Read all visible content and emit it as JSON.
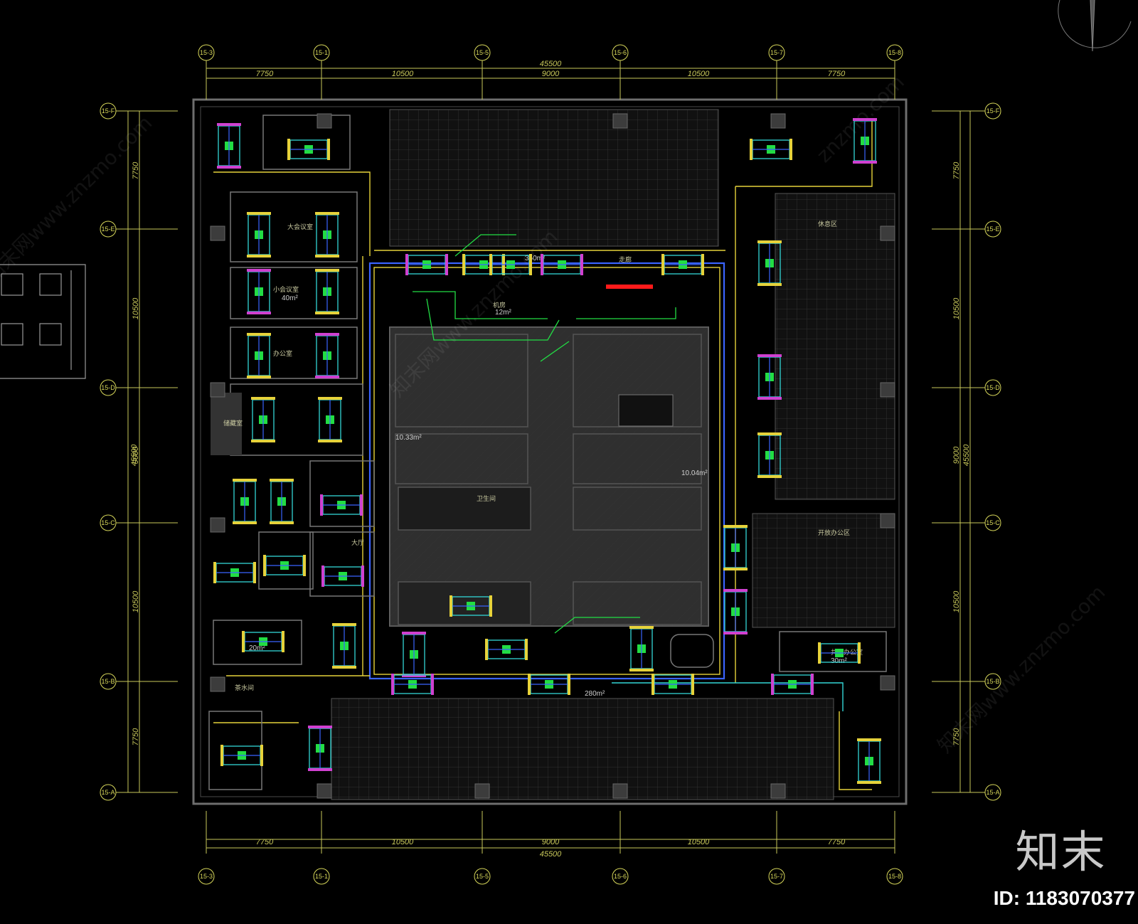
{
  "grid_axes": {
    "top": [
      "15-3",
      "15-1",
      "15-5",
      "15-6",
      "15-7",
      "15-8"
    ],
    "left": [
      "15-F",
      "15-E",
      "15-D",
      "15-C",
      "15-B",
      "15-A"
    ]
  },
  "dimensions": {
    "overall_horizontal": "45500",
    "overall_vertical": "45500",
    "spans_horizontal": [
      "7750",
      "10500",
      "9000",
      "10500",
      "7750"
    ],
    "spans_vertical": [
      "7750",
      "10500",
      "9000",
      "10500",
      "7750"
    ]
  },
  "rooms": {
    "meeting_large": "大会议室",
    "meeting_small": "小会议室",
    "office": "办公室",
    "corridor": "走廊",
    "hall": "大厅",
    "server": "机房",
    "shared_office": "共享办公室",
    "open_office": "开放办公区",
    "lounge": "休息区",
    "restroom": "卫生间",
    "pantry": "茶水间",
    "storage": "储藏室"
  },
  "areas": {
    "core_left": "10.33m²",
    "core_right": "10.04m²",
    "top_small": "12m²",
    "top_mid": "350m²",
    "bottom_mid": "280m²",
    "left_a": "40m²",
    "left_b": "20m²",
    "right_a": "30m²"
  },
  "watermark": {
    "text": "知末网www.znzmo.com",
    "short": "znzmo.com",
    "brand": "知末",
    "id_label": "ID: 1183070377"
  },
  "colors": {
    "background": "#000000",
    "wall": "#8a8a8a",
    "dimension": "#c8c85a",
    "duct_yellow": "#e6d23a",
    "duct_blue": "#3a64ff",
    "duct_green": "#22dd44",
    "duct_cyan": "#33d6d6",
    "unit_magenta": "#d040d0",
    "core_fill": "#303030",
    "accent_red": "#ff1a1a"
  }
}
